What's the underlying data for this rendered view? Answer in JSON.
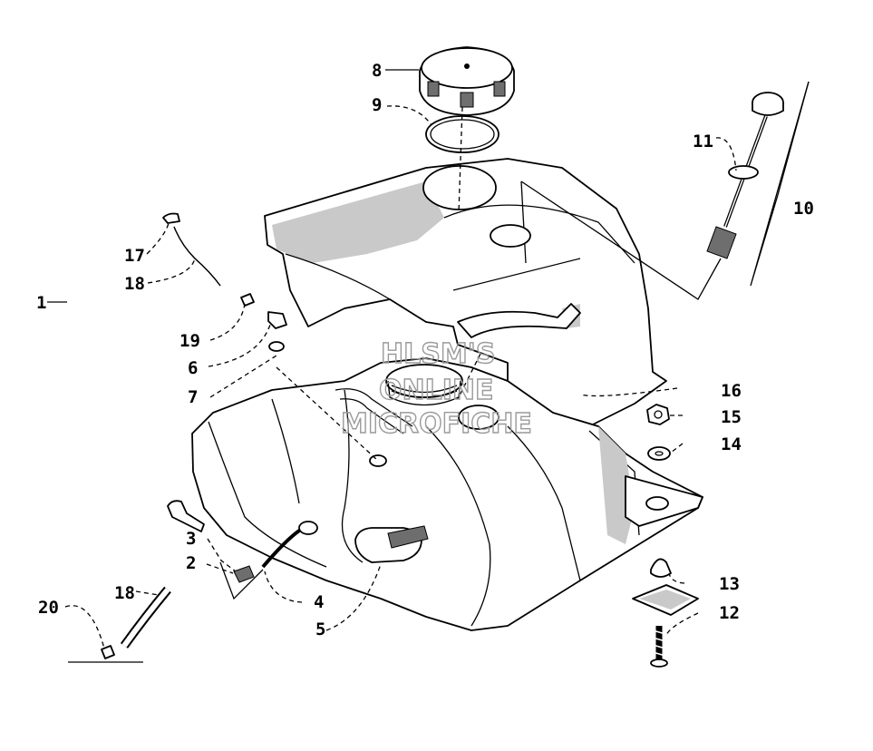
{
  "watermark": {
    "line1": "HLSM'S",
    "line2": "ONLINE",
    "line3": "MICROFICHE"
  },
  "callouts": [
    {
      "id": "c1",
      "text": "1"
    },
    {
      "id": "c2",
      "text": "2"
    },
    {
      "id": "c3",
      "text": "3"
    },
    {
      "id": "c4",
      "text": "4"
    },
    {
      "id": "c5",
      "text": "5"
    },
    {
      "id": "c6",
      "text": "6"
    },
    {
      "id": "c7",
      "text": "7"
    },
    {
      "id": "c8",
      "text": "8"
    },
    {
      "id": "c9",
      "text": "9"
    },
    {
      "id": "c10",
      "text": "10"
    },
    {
      "id": "c11",
      "text": "11"
    },
    {
      "id": "c12",
      "text": "12"
    },
    {
      "id": "c13",
      "text": "13"
    },
    {
      "id": "c14",
      "text": "14"
    },
    {
      "id": "c15",
      "text": "15"
    },
    {
      "id": "c16",
      "text": "16"
    },
    {
      "id": "c17",
      "text": "17"
    },
    {
      "id": "c18a",
      "text": "18"
    },
    {
      "id": "c18b",
      "text": "18"
    },
    {
      "id": "c19",
      "text": "19"
    },
    {
      "id": "c20",
      "text": "20"
    }
  ]
}
